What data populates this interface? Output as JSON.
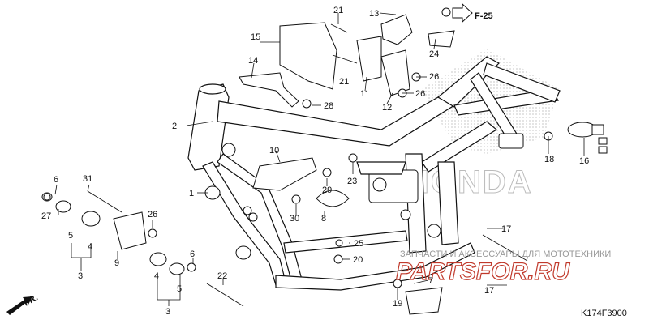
{
  "diagram": {
    "ref_code": "K174F3900",
    "fr_label": "FR.",
    "section_ref": "F-25",
    "brand_watermark": "HONDA",
    "watermark_line1": "ЗАПЧАСТИ И АКСЕССУАРЫ ДЛЯ МОТОТЕХНИКИ",
    "watermark_line2": "PARTSFOR.RU",
    "callouts": {
      "c1": "1",
      "c2": "2",
      "c3a": "3",
      "c3b": "3",
      "c4a": "4",
      "c4b": "4",
      "c5a": "5",
      "c5b": "5",
      "c6a": "6",
      "c6b": "6",
      "c7": "7",
      "c8": "8",
      "c9": "9",
      "c10": "10",
      "c11": "11",
      "c12": "12",
      "c13": "13",
      "c14": "14",
      "c15": "15",
      "c16": "16",
      "c17a": "17",
      "c17b": "17",
      "c18": "18",
      "c19": "19",
      "c20": "20",
      "c21a": "21",
      "c21b": "21",
      "c22": "22",
      "c23": "23",
      "c24": "24",
      "c25": "25",
      "c26a": "26",
      "c26b": "26",
      "c26c": "26",
      "c27": "27",
      "c28": "28",
      "c29": "29",
      "c30": "30",
      "c31": "31"
    }
  }
}
